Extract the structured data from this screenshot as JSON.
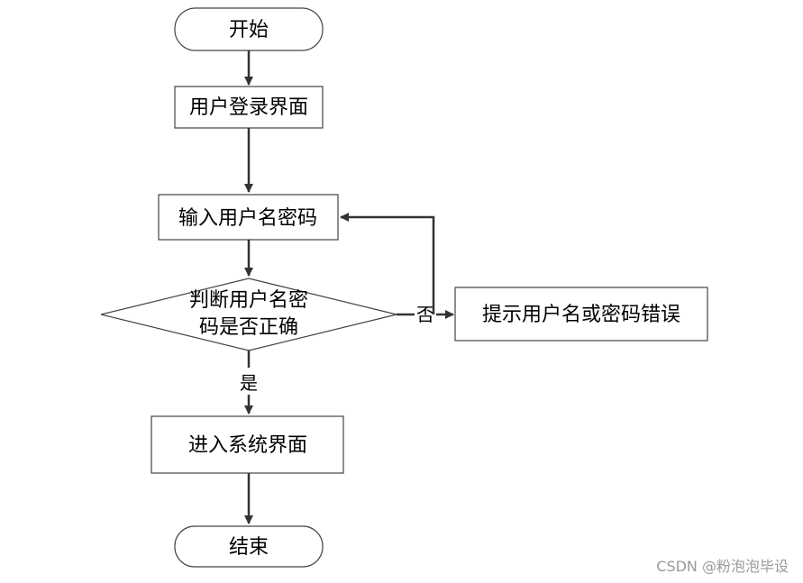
{
  "flowchart": {
    "nodes": {
      "start": "开始",
      "login_page": "用户登录界面",
      "input_credentials": "输入用户名密码",
      "check_line1": "判断用户名密",
      "check_line2": "码是否正确",
      "error_prompt": "提示用户名或密码错误",
      "enter_system": "进入系统界面",
      "end": "结束"
    },
    "edges": {
      "no_label": "否",
      "yes_label": "是"
    }
  },
  "watermark": "CSDN @粉泡泡毕设",
  "colors": {
    "line": "#3a3a3a",
    "border": "#444444",
    "watermark": "#9a9a9a"
  }
}
